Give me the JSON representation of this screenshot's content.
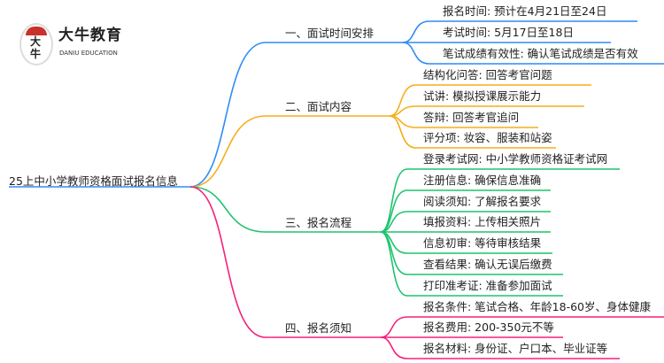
{
  "logo": {
    "mark": "大牛",
    "name": "大牛教育",
    "en": "DANIU EDUCATION"
  },
  "root": "25上中小学教师资格面试报名信息",
  "branches": [
    {
      "label": "一、面试时间安排",
      "color": "#2f8cf5",
      "leaves": [
        "报名时间: 预计在4月21日至24日",
        "考试时间: 5月17日至18日",
        "笔试成绩有效性: 确认笔试成绩是否有效"
      ]
    },
    {
      "label": "二、面试内容",
      "color": "#f5ae1c",
      "leaves": [
        "结构化问答: 回答考官问题",
        "试讲: 模拟授课展示能力",
        "答辩: 回答考官追问",
        "评分项: 妆容、服装和站姿"
      ]
    },
    {
      "label": "三、报名流程",
      "color": "#1fc46e",
      "leaves": [
        "登录考试网: 中小学教师资格证考试网",
        "注册信息: 确保信息准确",
        "阅读须知: 了解报名要求",
        "填报资料: 上传相关照片",
        "信息初审: 等待审核结果",
        "查看结果: 确认无误后缴费",
        "打印准考证: 准备参加面试"
      ]
    },
    {
      "label": "四、报名须知",
      "color": "#f5207a",
      "leaves": [
        "报名条件: 笔试合格、年龄18-60岁、身体健康",
        "报名费用: 200-350元不等",
        "报名材料: 身份证、户口本、毕业证等"
      ]
    }
  ]
}
